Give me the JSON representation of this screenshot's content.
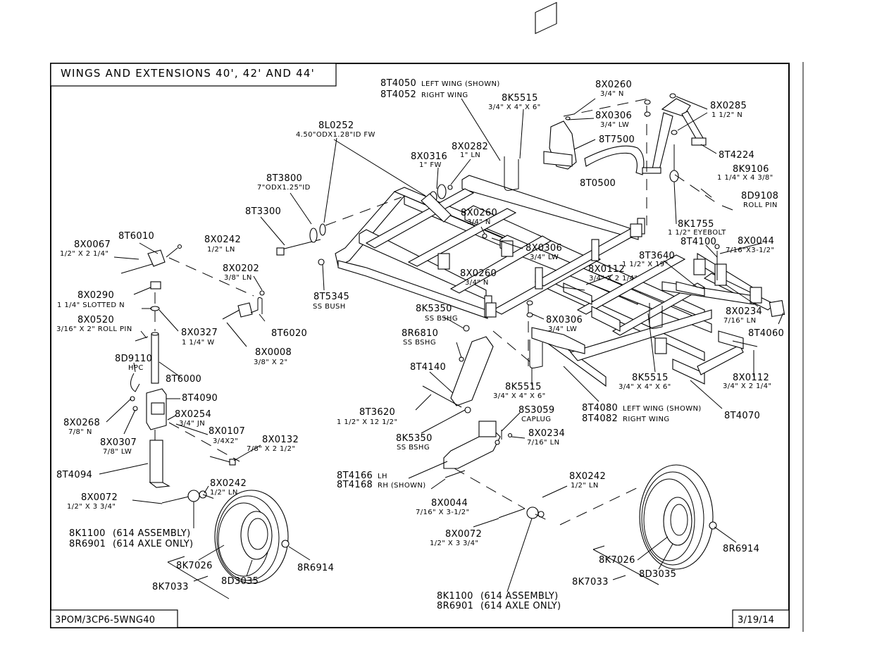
{
  "title": "WINGS AND EXTENSIONS 40', 42' AND 44'",
  "drawing_number": "3POM/3CP6-5WNG40",
  "date": "3/19/14",
  "labels": {
    "p8T4050": "8T4050",
    "d8T4050": "LEFT WING (SHOWN)",
    "p8T4052": "8T4052",
    "d8T4052": "RIGHT WING",
    "p8K5515a": "8K5515",
    "d8K5515a": "3/4\" X 4\" X 6\"",
    "p8X0260a": "8X0260",
    "d8X0260a": "3/4\" N",
    "p8X0285": "8X0285",
    "d8X0285": "1 1/2\" N",
    "p8X0306a": "8X0306",
    "d8X0306a": "3/4\" LW",
    "p8T7500": "8T7500",
    "p8T4224": "8T4224",
    "p8L0252": "8L0252",
    "d8L0252": "4.50\"ODX1.28\"ID FW",
    "p8X0282": "8X0282",
    "d8X0282": "1\" LN",
    "p8X0316": "8X0316",
    "d8X0316": "1\" FW",
    "p8T0500": "8T0500",
    "p8K9106": "8K9106",
    "d8K9106": "1 1/4\" X 4 3/8\"",
    "p8D9108": "8D9108",
    "d8D9108": "ROLL PIN",
    "p8T3800": "8T3800",
    "d8T3800": "7\"ODX1.25\"ID",
    "p8T3300": "8T3300",
    "p8X0260b": "8X0260",
    "d8X0260b": "3/4\" N",
    "p8K1755": "8K1755",
    "d8K1755": "1 1/2\" EYEBOLT",
    "p8X0067": "8X0067",
    "d8X0067": "1/2\" X 2 1/4\"",
    "p8T6010": "8T6010",
    "p8X0242a": "8X0242",
    "d8X0242a": "1/2\" LN",
    "p8X0306b": "8X0306",
    "d8X0306b": "3/4\" LW",
    "p8T4100": "8T4100",
    "p8X0044a": "8X0044",
    "d8X0044a": "7/16\"X3-1/2\"",
    "p8T3640": "8T3640",
    "d8T3640": "1 1/2\" X 19\"",
    "p8X0202": "8X0202",
    "d8X0202": "3/8\" LN",
    "p8X0112a": "8X0112",
    "d8X0112a": "3/4\" X 2 1/4\"",
    "p8X0260c": "8X0260",
    "d8X0260c": "3/4\" N",
    "p8T5345": "8T5345",
    "d8T5345": "SS BUSH",
    "p8X0290": "8X0290",
    "d8X0290": "1 1/4\" SLOTTED N",
    "p8X0234a": "8X0234",
    "d8X0234a": "7/16\" LN",
    "p8T4060": "8T4060",
    "p8K5350a": "8K5350",
    "d8K5350a": "SS BSHG",
    "p8X0306c": "8X0306",
    "d8X0306c": "3/4\" LW",
    "p8X0520": "8X0520",
    "d8X0520": "3/16\" X 2\" ROLL PIN",
    "p8X0327": "8X0327",
    "d8X0327": "1 1/4\" W",
    "p8T6020": "8T6020",
    "p8R6810": "8R6810",
    "d8R6810": "SS BSHG",
    "p8X0008": "8X0008",
    "d8X0008": "3/8\" X 2\"",
    "p8D9110": "8D9110",
    "d8D9110": "HPC",
    "p8T4140": "8T4140",
    "p8X0112b": "8X0112",
    "d8X0112b": "3/4\" X 2 1/4\"",
    "p8K5515b": "8K5515",
    "d8K5515b": "3/4\" X 4\" X 6\"",
    "p8K5515c": "8K5515",
    "d8K5515c": "3/4\" X 4\" X 6\"",
    "p8T6000": "8T6000",
    "p8T4090": "8T4090",
    "p8X0254": "8X0254",
    "d8X0254": "3/4\" JN",
    "p8T4080": "8T4080",
    "d8T4080": "LEFT WING (SHOWN)",
    "p8T4082": "8T4082",
    "d8T4082": "RIGHT WING",
    "p8T4070": "8T4070",
    "p8T3620": "8T3620",
    "d8T3620": "1 1/2\" X 12 1/2\"",
    "p8S3059": "8S3059",
    "d8S3059": "CAPLUG",
    "p8X0268": "8X0268",
    "d8X0268": "7/8\" N",
    "p8X0107": "8X0107",
    "d8X0107": "3/4X2\"",
    "p8X0132": "8X0132",
    "d8X0132": "7/8\" X 2 1/2\"",
    "p8X0307": "8X0307",
    "d8X0307": "7/8\" LW",
    "p8K5350b": "8K5350",
    "d8K5350b": "SS BSHG",
    "p8X0234b": "8X0234",
    "d8X0234b": "7/16\" LN",
    "p8T4094": "8T4094",
    "p8T4166": "8T4166",
    "d8T4166": "LH",
    "p8T4168": "8T4168",
    "d8T4168": "RH (SHOWN)",
    "p8X0242b": "8X0242",
    "d8X0242b": "1/2\" LN",
    "p8X0242c": "8X0242",
    "d8X0242c": "1/2\" LN",
    "p8X0072a": "8X0072",
    "d8X0072a": "1/2\" X 3 3/4\"",
    "p8X0044b": "8X0044",
    "d8X0044b": "7/16\" X 3-1/2\"",
    "p8X0072b": "8X0072",
    "d8X0072b": "1/2\" X 3 3/4\"",
    "p8K1100a": "8K1100",
    "d8K1100a": "(614 ASSEMBLY)",
    "p8R6901a": "8R6901",
    "d8R6901a": "(614 AXLE ONLY)",
    "p8R6914a": "8R6914",
    "p8R6914b": "8R6914",
    "p8K7026a": "8K7026",
    "p8K7026b": "8K7026",
    "p8D3035a": "8D3035",
    "p8D3035b": "8D3035",
    "p8K7033a": "8K7033",
    "p8K7033b": "8K7033",
    "p8K1100b": "8K1100",
    "d8K1100b": "(614 ASSEMBLY)",
    "p8R6901b": "8R6901",
    "d8R6901b": "(614 AXLE ONLY)"
  }
}
